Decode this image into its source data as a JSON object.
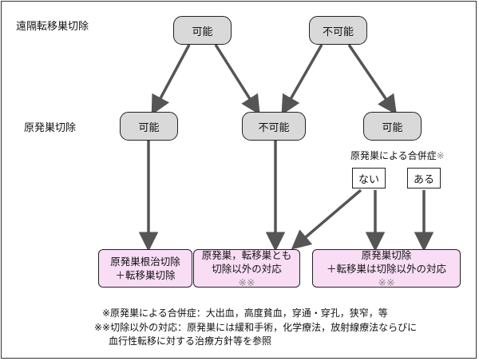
{
  "row_labels": {
    "metastasis": "遠隔転移巣切除",
    "primary": "原発巣切除"
  },
  "top_nodes": {
    "possible": "可能",
    "impossible": "不可能"
  },
  "middle_nodes": {
    "possible_left": "可能",
    "impossible": "不可能",
    "possible_right": "可能"
  },
  "complication": {
    "label": "原発巣による合併症",
    "mark": "※",
    "no": "ない",
    "yes": "ある"
  },
  "outcomes": {
    "left": {
      "line1": "原発巣根治切除",
      "line2": "＋転移巣切除"
    },
    "middle": {
      "line1": "原発巣，転移巣とも",
      "line2": "切除以外の対応",
      "mark": "※※"
    },
    "right": {
      "line1": "原発巣切除",
      "line2": "＋転移巣は切除以外の対応",
      "mark": "※※"
    }
  },
  "notes": {
    "note1": "※原発巣による合併症：大出血，高度貧血，穿通・穿孔，狭窄，等",
    "note2_line1": "※※切除以外の対応：原発巣には緩和手術，化学療法，放射線療法ならびに",
    "note2_line2": "血行性転移に対する治療方針等を参照"
  },
  "colors": {
    "node_fill": "#d9d9d9",
    "outcome_fill": "#f9ddf5",
    "arrow": "#555555",
    "border": "#222222"
  }
}
